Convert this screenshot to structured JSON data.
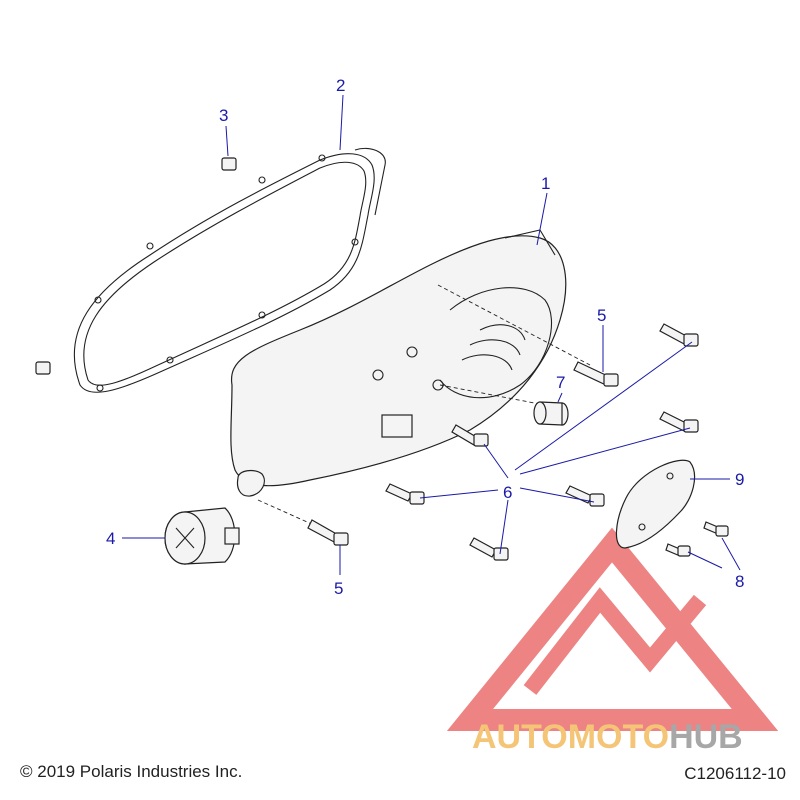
{
  "callouts": {
    "c1": "1",
    "c2": "2",
    "c3": "3",
    "c4": "4",
    "c5a": "5",
    "c5b": "5",
    "c6": "6",
    "c7": "7",
    "c8": "8",
    "c9": "9"
  },
  "footer": {
    "copyright": "© 2019 Polaris Industries Inc.",
    "diagram_code": "C1206112-10"
  },
  "watermark": {
    "brand_text": "AUTOMOTOHUB",
    "color_red": "#e85a5a",
    "color_orange": "#f2b24a",
    "color_gray": "#8a8a8a"
  },
  "colors": {
    "callout": "#1a1aa8",
    "line": "#222222"
  }
}
